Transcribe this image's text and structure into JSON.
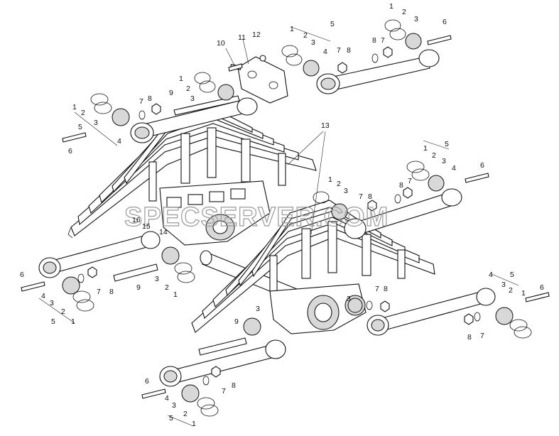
{
  "watermark": "SPECSERVER.COM",
  "callouts": [
    {
      "id": "c-l-1",
      "text": "1"
    },
    {
      "id": "c-l-2",
      "text": "2"
    },
    {
      "id": "c-l-3",
      "text": "3"
    },
    {
      "id": "c-l-4",
      "text": "4"
    },
    {
      "id": "c-l-5",
      "text": "5"
    },
    {
      "id": "c-l-6",
      "text": "6"
    },
    {
      "id": "c-l-7",
      "text": "7"
    },
    {
      "id": "c-l-8",
      "text": "8"
    },
    {
      "id": "c-l-9",
      "text": "9"
    },
    {
      "id": "c-l-10",
      "text": "10"
    },
    {
      "id": "c-l-11",
      "text": "11"
    },
    {
      "id": "c-l-12",
      "text": "12"
    },
    {
      "id": "c-l-13",
      "text": "13"
    },
    {
      "id": "c-l-14",
      "text": "14"
    },
    {
      "id": "c-l-15",
      "text": "15"
    },
    {
      "id": "c-l-16",
      "text": "16"
    }
  ]
}
